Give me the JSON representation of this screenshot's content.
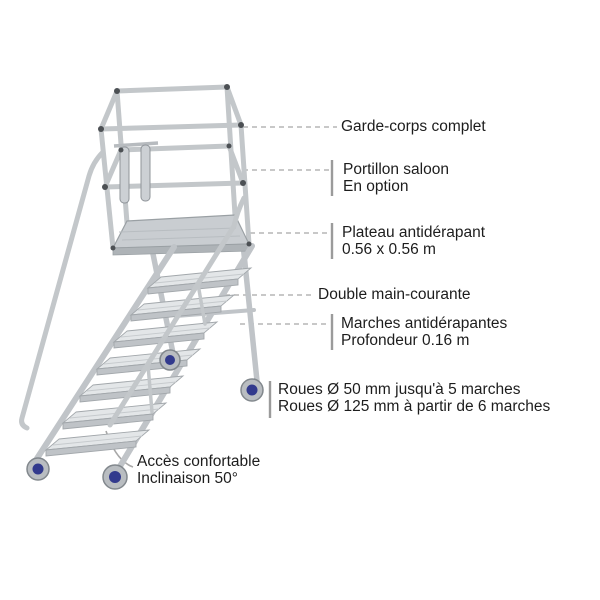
{
  "labels": {
    "garde_corps": {
      "line1": "Garde-corps complet"
    },
    "portillon": {
      "line1": "Portillon saloon",
      "line2": "En option"
    },
    "plateau": {
      "line1": "Plateau antidérapant",
      "line2": "0.56 x 0.56 m"
    },
    "main_courante": {
      "line1": "Double main-courante"
    },
    "marches": {
      "line1": "Marches antidérapantes",
      "line2": "Profondeur 0.16 m"
    },
    "roues": {
      "line1": "Roues Ø 50 mm jusqu'à 5 marches",
      "line2": "Roues Ø 125 mm à partir de 6 marches"
    },
    "acces": {
      "line1": "Accès confortable",
      "line2": "Inclinaison 50°"
    }
  },
  "colors": {
    "background": "#ffffff",
    "text": "#1d1d1d",
    "leader_line": "#b5b5b5",
    "leader_tick": "#9b9b9b",
    "aluminium": "#c3c7ca",
    "aluminium_dark": "#9aa0a4",
    "tread_top": "#e3e6e8",
    "wheel_tire": "#b9bdc1",
    "wheel_hub": "#323a8d"
  }
}
